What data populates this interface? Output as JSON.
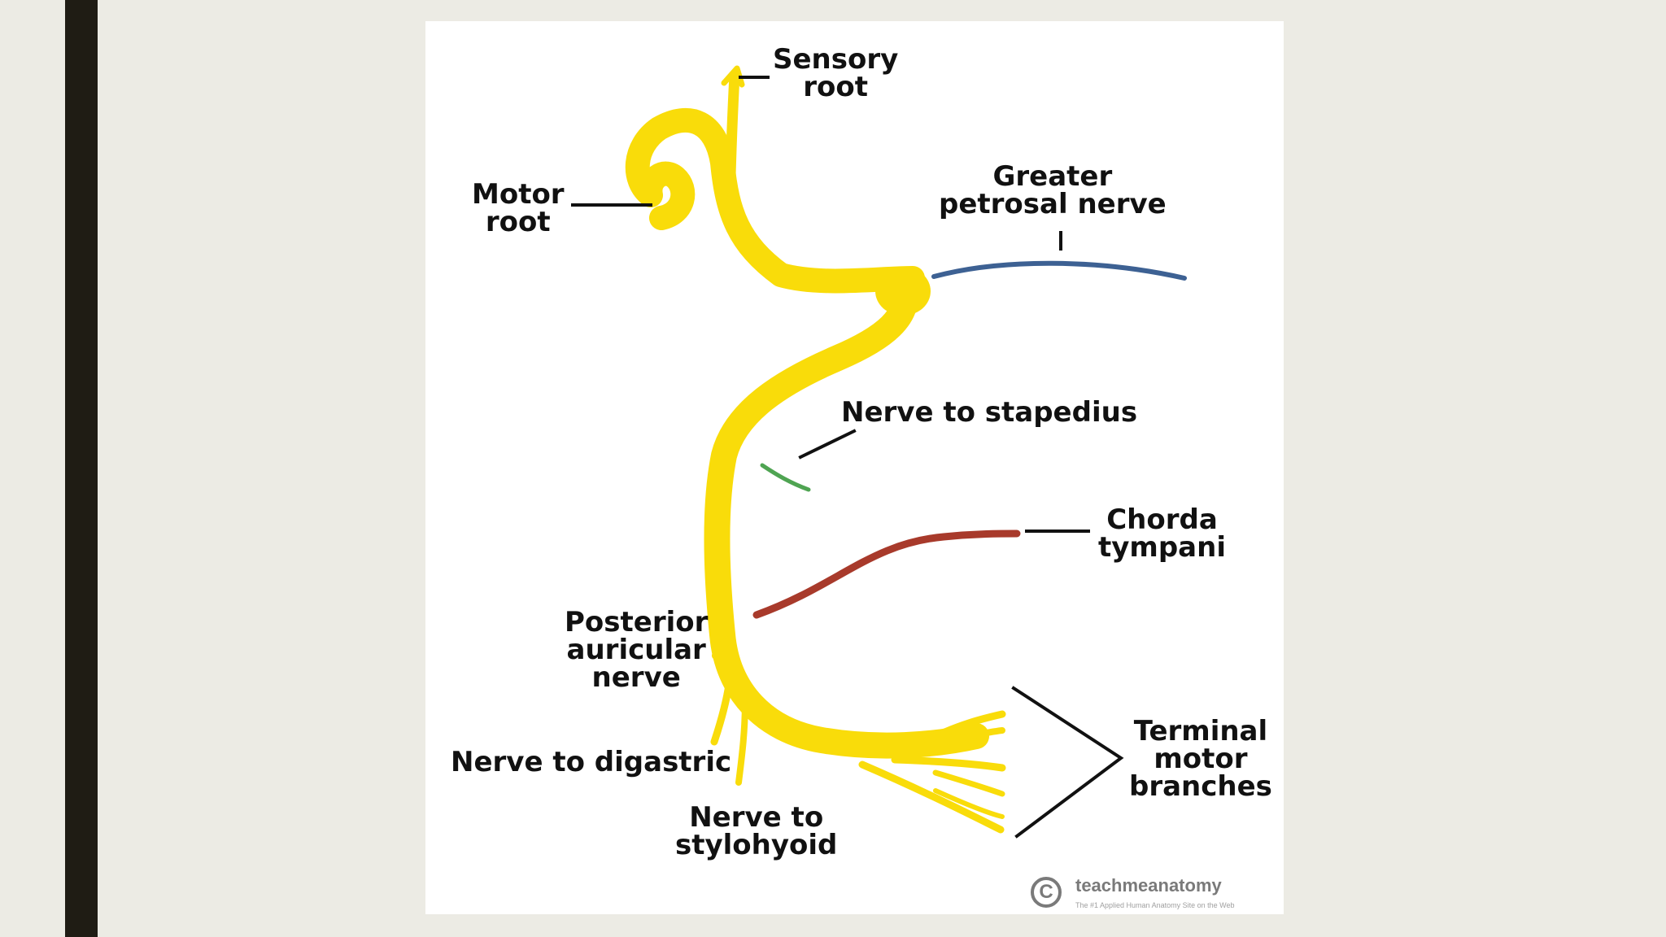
{
  "labels": {
    "sensory_root": [
      "Sensory",
      "root"
    ],
    "motor_root": [
      "Motor",
      "root"
    ],
    "greater_petrosal": [
      "Greater",
      "petrosal nerve"
    ],
    "nerve_to_stapedius": [
      "Nerve to stapedius"
    ],
    "chorda_tympani": [
      "Chorda",
      "tympani"
    ],
    "posterior_auricular": [
      "Posterior",
      "auricular",
      "nerve"
    ],
    "nerve_to_digastric": [
      "Nerve to digastric"
    ],
    "nerve_to_stylohyoid": [
      "Nerve to",
      "stylohyoid"
    ],
    "terminal_motor": [
      "Terminal",
      "motor",
      "branches"
    ]
  },
  "logo": {
    "name": "teachmeanatomy",
    "tagline": "The #1 Applied Human Anatomy Site on the Web",
    "symbol": "C"
  },
  "colors": {
    "background": "#ecebe4",
    "sidebar": "#1f1c14",
    "panel": "#ffffff",
    "nerve": "#f9dc0a",
    "greater_petrosal": "#3d6193",
    "stapedius": "#4fa452",
    "chorda_tympani": "#a83a2b"
  }
}
